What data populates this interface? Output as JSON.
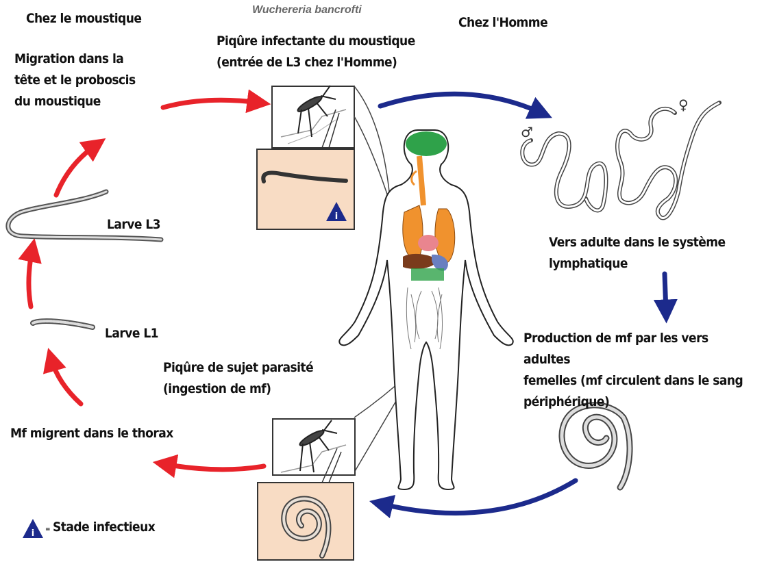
{
  "title": "Wuchereria bancrofti",
  "labels": {
    "mosquito_header": "Chez le moustique",
    "human_header": "Chez l'Homme",
    "infective_bite": "Piqûre infectante du moustique\n(entrée de L3 chez l'Homme)",
    "migration": "Migration dans la\ntête et le proboscis\ndu moustique",
    "larva_l3": "Larve L3",
    "larva_l1": "Larve L1",
    "parasitized_bite": "Piqûre de sujet parasité\n(ingestion de mf)",
    "mf_thorax": "Mf migrent dans le thorax",
    "adult_worms": "Vers adulte dans le système\nlymphatique",
    "mf_production": "Production de mf par les vers adultes\nfemelles (mf circulent dans le sang\npériphérique)",
    "legend_text": "Stade infectieux",
    "legend_eq": "=",
    "info_symbol": "i",
    "male_symbol": "♂",
    "female_symbol": "♀"
  },
  "colors": {
    "mosquito_cycle_arrow": "#e8232a",
    "human_cycle_arrow": "#1c2a8c",
    "panel_fill": "#f8dcc4",
    "lungs": "#f0922e",
    "brain": "#2fa24a",
    "heart": "#e9858f",
    "liver": "#7a3b1c",
    "stomach": "#6a7fc0",
    "info_icon": "#1c2a8c"
  }
}
